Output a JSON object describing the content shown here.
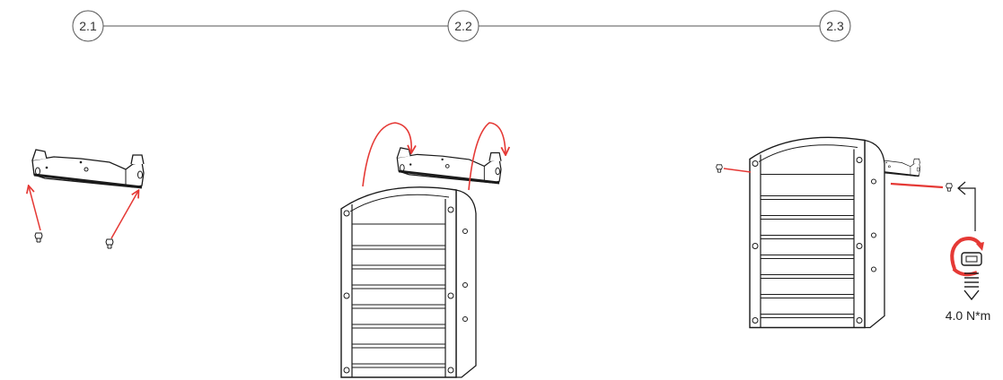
{
  "steps": [
    {
      "label": "2.1"
    },
    {
      "label": "2.2"
    },
    {
      "label": "2.3"
    }
  ],
  "torque": {
    "label": "4.0 N*m"
  },
  "colors": {
    "line": "#1a1a1a",
    "arrow": "#e53935",
    "timeline": "#555555",
    "rotate": "#e53935"
  },
  "icons": [
    "bracket-icon",
    "screw-icon",
    "inverter-icon",
    "torque-rotate-icon"
  ]
}
